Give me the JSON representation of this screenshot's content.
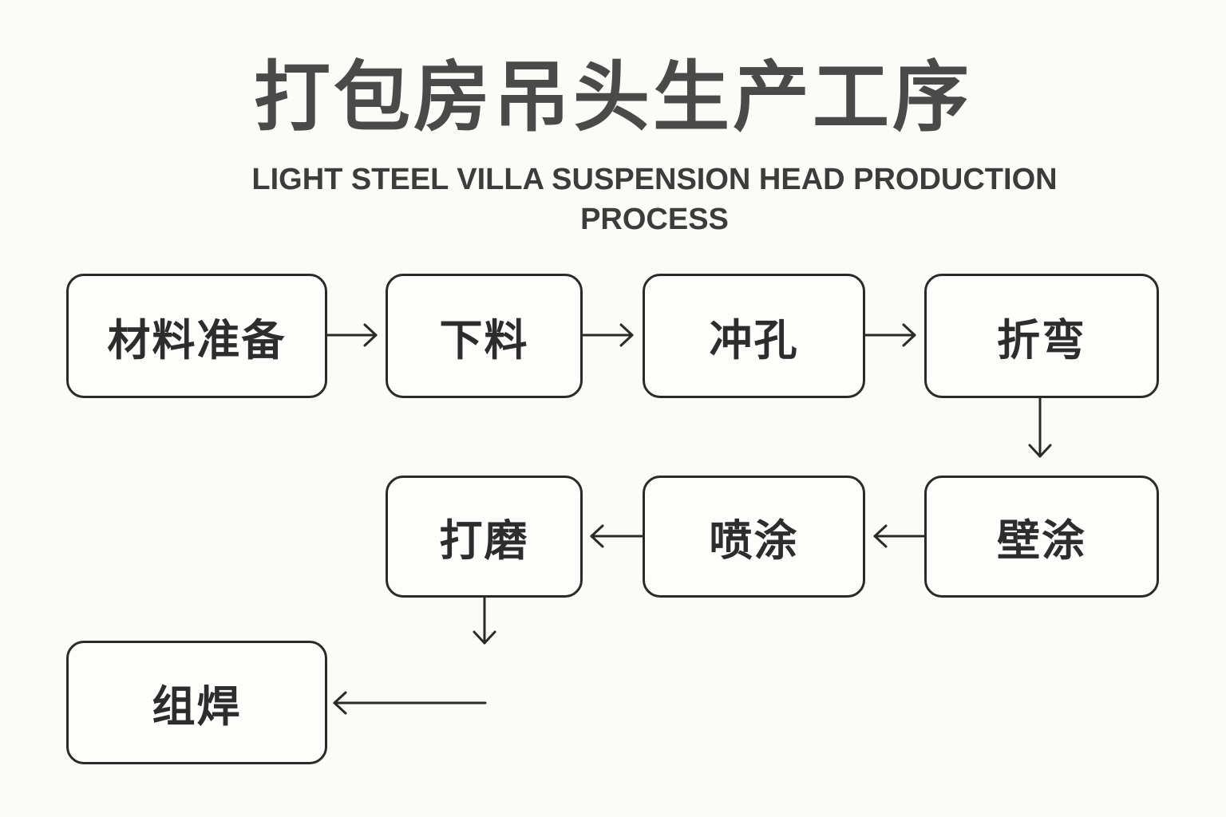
{
  "title": "打包房吊头生产工序",
  "subtitle": "LIGHT STEEL VILLA SUSPENSION HEAD PRODUCTION PROCESS",
  "steps": [
    {
      "id": "material-prep",
      "label": "材料准备"
    },
    {
      "id": "blanking",
      "label": "下料"
    },
    {
      "id": "punching",
      "label": "冲孔"
    },
    {
      "id": "bending",
      "label": "折弯"
    },
    {
      "id": "wall-coating",
      "label": "壁涂"
    },
    {
      "id": "spray-coating",
      "label": "喷涂"
    },
    {
      "id": "grinding",
      "label": "打磨"
    },
    {
      "id": "welding",
      "label": "组焊"
    }
  ],
  "flow": [
    [
      "材料准备",
      "下料"
    ],
    [
      "下料",
      "冲孔"
    ],
    [
      "冲孔",
      "折弯"
    ],
    [
      "折弯",
      "壁涂"
    ],
    [
      "壁涂",
      "喷涂"
    ],
    [
      "喷涂",
      "打磨"
    ],
    [
      "打磨",
      "组焊"
    ]
  ],
  "colors": {
    "stroke": "#2a2a2a",
    "background": "#fbfbf8",
    "title": "#4a4a4a"
  }
}
